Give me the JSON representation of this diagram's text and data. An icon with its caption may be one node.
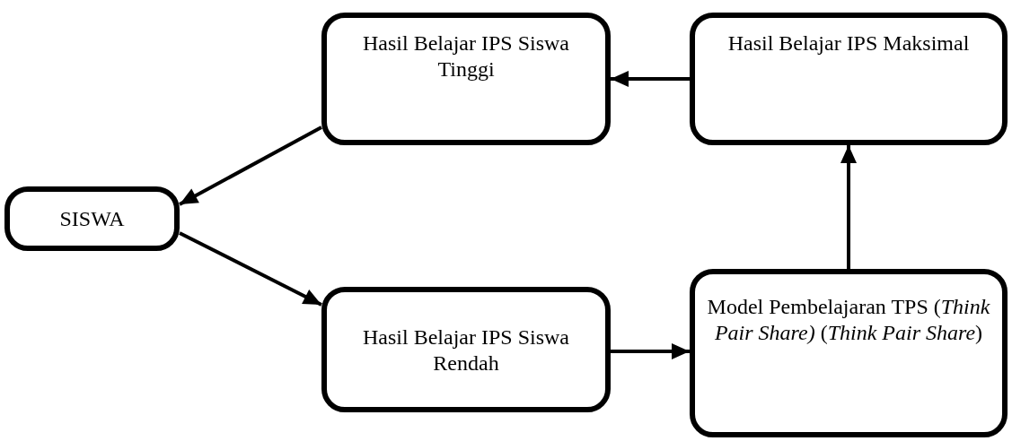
{
  "diagram": {
    "nodes": [
      {
        "text": [
          "SISWA"
        ]
      },
      {
        "text": [
          "Hasil Belajar IPS Siswa Tinggi"
        ]
      },
      {
        "text": [
          "Hasil Belajar IPS Maksimal"
        ]
      },
      {
        "text": [
          "Hasil Belajar IPS Siswa Rendah"
        ]
      },
      {
        "text": [
          "Model Pembelajaran TPS (*Think Pair Share)* (*Think Pair Share*)"
        ]
      }
    ],
    "edges": [
      {
        "from": 1,
        "to": 0,
        "arrow": "to"
      },
      {
        "from": 0,
        "to": 3,
        "arrow": "to"
      },
      {
        "from": 3,
        "to": 4,
        "arrow": "to"
      },
      {
        "from": 4,
        "to": 2,
        "arrow": "to"
      },
      {
        "from": 2,
        "to": 1,
        "arrow": "to"
      }
    ]
  }
}
